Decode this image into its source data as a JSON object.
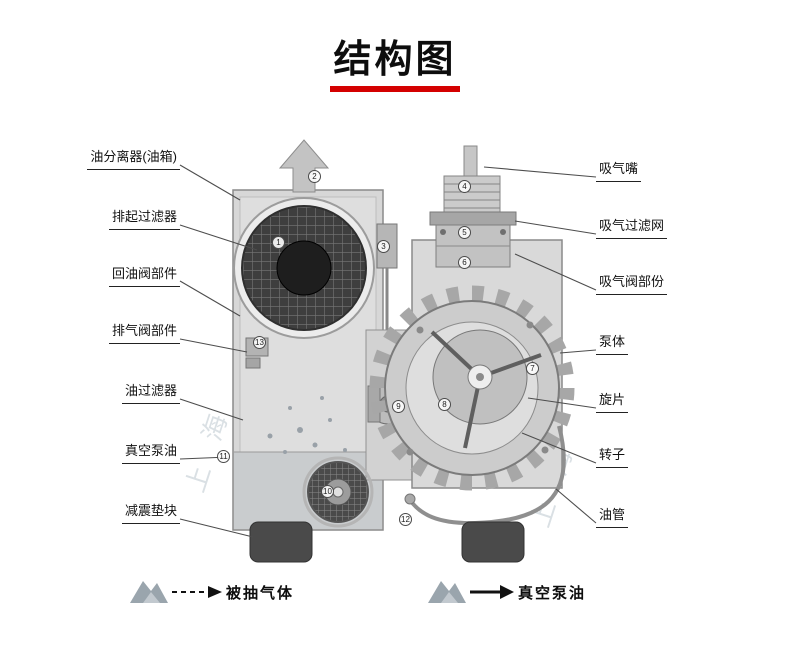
{
  "title": "结构图",
  "labels_left": [
    {
      "text": "油分离器(油箱)"
    },
    {
      "text": "排起过滤器"
    },
    {
      "text": "回油阀部件"
    },
    {
      "text": "排气阀部件"
    },
    {
      "text": "油过滤器"
    },
    {
      "text": "真空泵油"
    },
    {
      "text": "减震垫块"
    }
  ],
  "labels_right": [
    {
      "text": "吸气嘴"
    },
    {
      "text": "吸气过滤网"
    },
    {
      "text": "吸气阀部份"
    },
    {
      "text": "泵体"
    },
    {
      "text": "旋片"
    },
    {
      "text": "转子"
    },
    {
      "text": "油管"
    }
  ],
  "markers": [
    "1",
    "2",
    "3",
    "4",
    "5",
    "6",
    "7",
    "8",
    "9",
    "10",
    "11",
    "12",
    "13"
  ],
  "legend": {
    "pumped_gas": "被抽气体",
    "vacuum_oil": "真空泵油"
  },
  "watermark": "上海",
  "colors": {
    "accent_red": "#d40000"
  }
}
